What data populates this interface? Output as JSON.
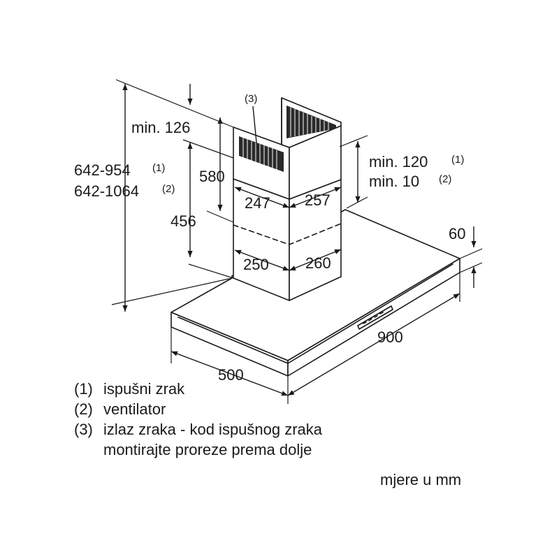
{
  "dimensions": {
    "min126": "min. 126",
    "height_range_1": "642-954",
    "height_range_2": "642-1064",
    "sup1": "(1)",
    "sup2": "(2)",
    "d580": "580",
    "d456": "456",
    "d247": "247",
    "d257": "257",
    "d250": "250",
    "d260": "260",
    "min120": "min. 120",
    "min10": "min. 10",
    "d60": "60",
    "d900": "900",
    "d500": "500",
    "callout3": "(3)"
  },
  "legend": {
    "item1_num": "(1)",
    "item1_text": "ispušni zrak",
    "item2_num": "(2)",
    "item2_text": "ventilator",
    "item3_num": "(3)",
    "item3_text": "izlaz zraka - kod ispušnog zraka",
    "item3_text_cont": "montirajte proreze prema dolje"
  },
  "units": "mjere u mm"
}
